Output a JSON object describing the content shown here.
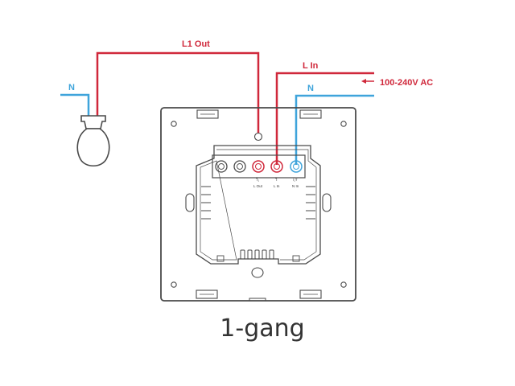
{
  "labels": {
    "l1_out": "L1 Out",
    "l_in": "L In",
    "n_lamp": "N",
    "n_supply": "N",
    "supply": "100-240V AC",
    "caption": "1-gang",
    "term_l1_out": "L Out",
    "term_l_in": "L In",
    "term_n_in": "N In",
    "term_l1_out_sym": "⅂₁",
    "term_l_in_sym": "⅂",
    "term_n_in_sym": "/₁T"
  },
  "colors": {
    "live": "#d0283b",
    "neutral": "#3fa4db",
    "outline": "#4a4a4a",
    "text": "#333333"
  }
}
